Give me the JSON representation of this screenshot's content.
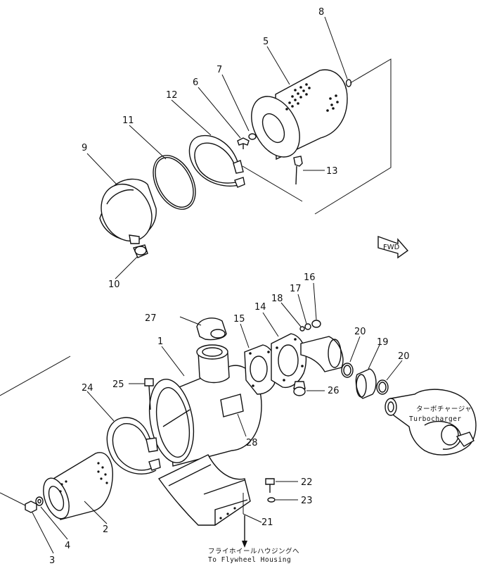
{
  "callouts": {
    "p1": "1",
    "p2": "2",
    "p3": "3",
    "p4": "4",
    "p5": "5",
    "p6": "6",
    "p7": "7",
    "p8": "8",
    "p9": "9",
    "p10": "10",
    "p11": "11",
    "p12": "12",
    "p13": "13",
    "p14": "14",
    "p15": "15",
    "p16": "16",
    "p17": "17",
    "p18": "18",
    "p19": "19",
    "p20a": "20",
    "p20b": "20",
    "p21": "21",
    "p22": "22",
    "p23": "23",
    "p24": "24",
    "p25": "25",
    "p26": "26",
    "p27": "27",
    "p28": "28"
  },
  "annotations": {
    "fwd": "FWD",
    "turbo_jp": "ターボチャージャ",
    "turbo_en": "Turbocharger",
    "flywheel_jp": "フライホイールハウジングへ",
    "flywheel_en": "To Flywheel Housing"
  }
}
